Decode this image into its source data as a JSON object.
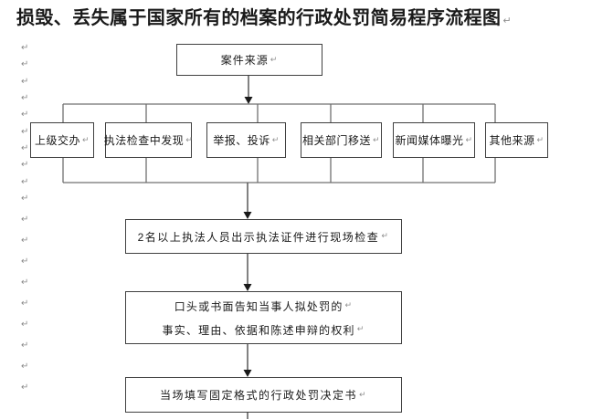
{
  "title": {
    "text": "损毁、丢失属于国家所有的档案的行政处罚简易程序流程图"
  },
  "marks": {
    "return_glyph": "↵"
  },
  "flowchart": {
    "source_box": {
      "label": "案件来源"
    },
    "sources": [
      {
        "label": "上级交办"
      },
      {
        "label": "执法检查中发现"
      },
      {
        "label": "举报、投诉"
      },
      {
        "label": "相关部门移送"
      },
      {
        "label": "新闻媒体曝光"
      },
      {
        "label": "其他来源"
      }
    ],
    "steps": [
      {
        "label": "2名以上执法人员出示执法证件进行现场检查"
      },
      {
        "label_line1": "口头或书面告知当事人拟处罚的",
        "label_line2": "事实、理由、依据和陈述申辩的权利"
      },
      {
        "label": "当场填写固定格式的行政处罚决定书"
      }
    ]
  },
  "colors": {
    "background": "#ffffff",
    "box_border": "#404040",
    "rail_line": "#707070",
    "flow_line": "#595959",
    "arrowhead": "#1a1a1a",
    "text": "#1a1a1a",
    "paragraph_mark": "#8a8a8a"
  }
}
